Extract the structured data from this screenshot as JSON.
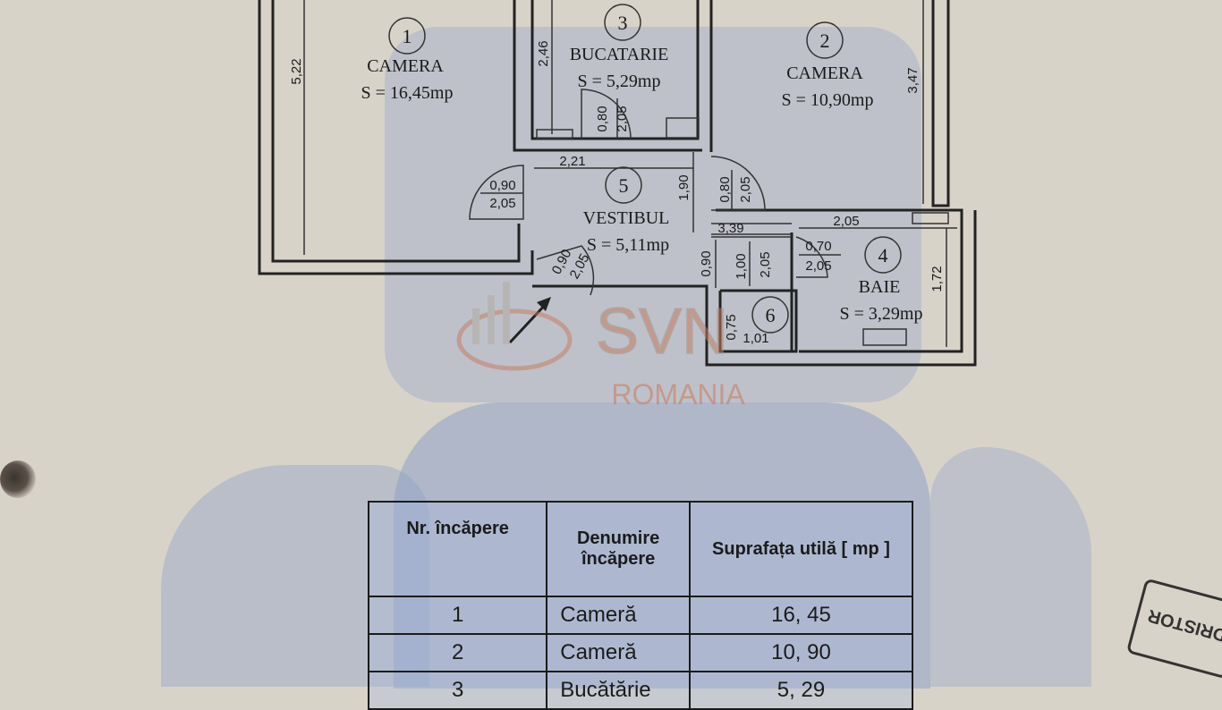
{
  "rooms": [
    {
      "num": "1",
      "name": "CAMERA",
      "area": "S = 16,45mp"
    },
    {
      "num": "2",
      "name": "CAMERA",
      "area": "S = 10,90mp"
    },
    {
      "num": "3",
      "name": "BUCATARIE",
      "area": "S = 5,29mp"
    },
    {
      "num": "4",
      "name": "BAIE",
      "area": "S = 3,29mp"
    },
    {
      "num": "5",
      "name": "VESTIBUL",
      "area": "S = 5,11mp"
    },
    {
      "num": "6"
    }
  ],
  "dimensions": {
    "d522": "5,22",
    "d246": "2,46",
    "d347": "3,47",
    "d221": "2,21",
    "d190": "1,90",
    "d339": "3,39",
    "d205a": "2,05",
    "d172": "1,72",
    "d090v": "0,90",
    "d075": "0,75",
    "d101": "1,01",
    "d100": "1,00",
    "door_a_top": "0,90",
    "door_a_bot": "2,05",
    "door_b_top": "0,80",
    "door_b_bot": "2,05",
    "door_c_top": "0,80",
    "door_c_bot": "2,05",
    "door_d_top": "0,70",
    "door_d_bot": "2,05",
    "door_e_top": "0,90",
    "door_e_bot": "2,05",
    "door_f_bot": "2,05"
  },
  "watermark": {
    "brand": "SVN",
    "country": "ROMANIA"
  },
  "table": {
    "headers": [
      "Nr. încăpere",
      "Denumire încăpere",
      "Suprafața utilă [ mp ]"
    ],
    "rows": [
      {
        "nr": "1",
        "name": "Cameră",
        "area": "16, 45"
      },
      {
        "nr": "2",
        "name": "Cameră",
        "area": "10, 90"
      },
      {
        "nr": "3",
        "name": "Bucătărie",
        "area": "5, 29"
      }
    ]
  },
  "stamp": {
    "text": "DRISTOR"
  }
}
